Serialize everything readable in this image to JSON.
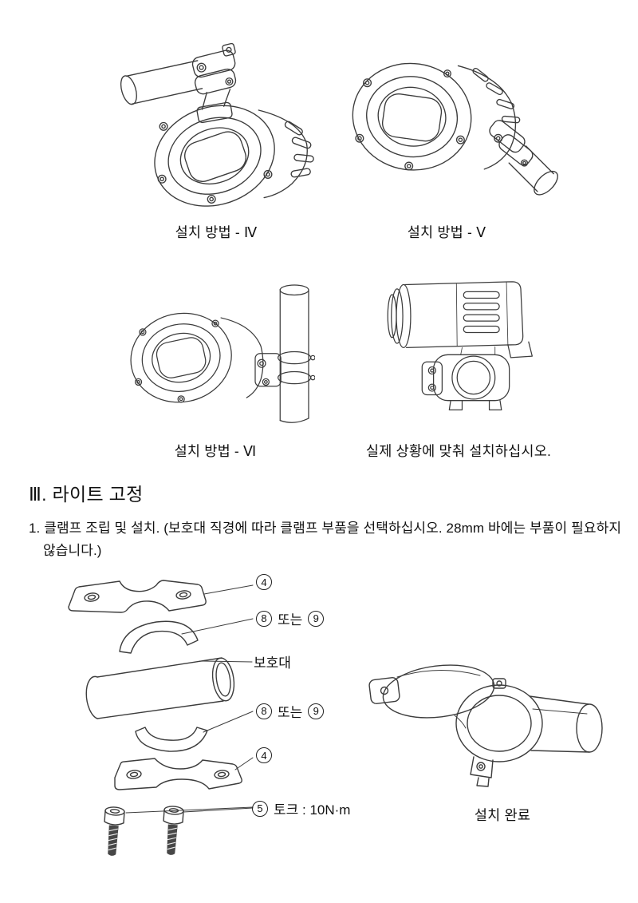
{
  "figures": {
    "method4": {
      "caption": "설치 방법 - Ⅳ"
    },
    "method5": {
      "caption": "설치 방법 - Ⅴ"
    },
    "method6": {
      "caption": "설치 방법 - Ⅵ"
    },
    "actual": {
      "caption": "실제 상황에 맞춰 설치하십시오."
    },
    "complete": {
      "caption": "설치 완료"
    }
  },
  "section": {
    "heading": "Ⅲ. 라이트 고정",
    "step1": "1. 클램프 조립 및 설치. (보호대 직경에 따라 클램프 부품을 선택하십시오. 28mm 바에는 부품이 필요하지 않습니다.)"
  },
  "exploded_labels": {
    "top_clamp": {
      "num": "4"
    },
    "upper_shim": {
      "num1": "8",
      "conj": "또는",
      "num2": "9"
    },
    "tube": {
      "text": "보호대"
    },
    "lower_shim": {
      "num1": "8",
      "conj": "또는",
      "num2": "9"
    },
    "bottom_clamp": {
      "num": "4"
    },
    "bolts": {
      "num": "5",
      "text": "토크 :  10N·m"
    }
  },
  "colors": {
    "line_art": "#3c3c3c",
    "text": "#111111"
  }
}
